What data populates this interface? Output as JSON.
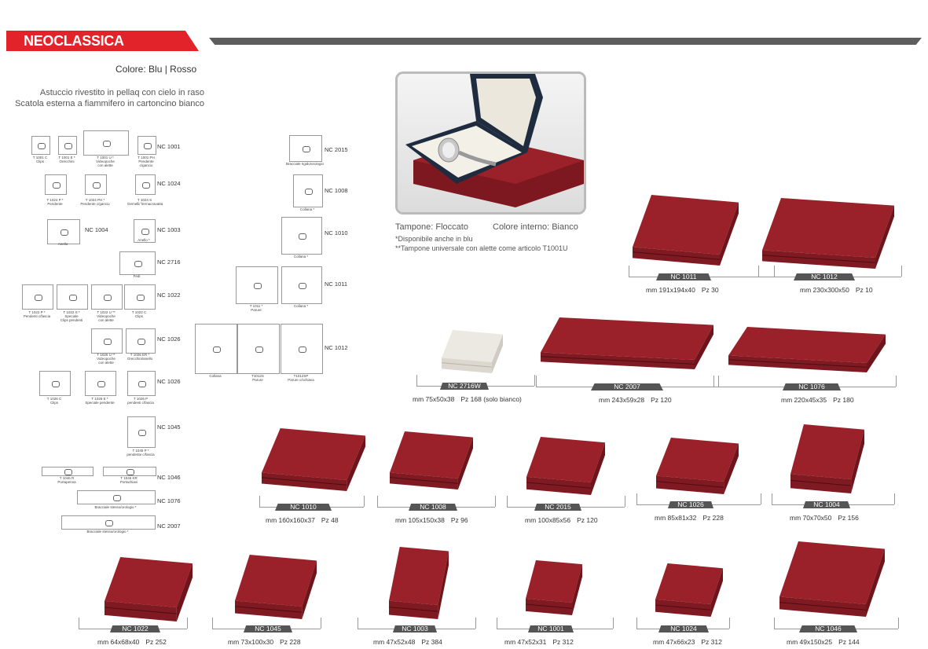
{
  "header": {
    "title": "NEOCLASSICA"
  },
  "colore": "Colore: Blu | Rosso",
  "description": [
    "Astuccio rivestito in pellaq con cielo in raso",
    "Scatola esterna a fiammifero in cartoncino bianco"
  ],
  "diagram_rows": [
    {
      "code": "NC 1001",
      "items": [
        "T 1001 C\nClips",
        "T 1001 E *\nOrecchini",
        "T 1001 U *\nVideopoche\ncon alette",
        "T 1001 PH\nPendente\nc/gancio"
      ]
    },
    {
      "code": "NC 1024",
      "items": [
        "T 1024 P *\nPendente",
        "T 1024 PH *\nPendente c/gancio",
        "T 1024 S\nGemelli/ fermacravatta"
      ]
    },
    {
      "code": "NC 1004",
      "items": [
        "Anello"
      ]
    },
    {
      "code": "NC 1003",
      "items": [
        "Anello *"
      ]
    },
    {
      "code": "NC 2716",
      "items": [
        "Fedi"
      ]
    },
    {
      "code": "NC 1022",
      "items": [
        "T 1022 P *\nPendenti c/fascia",
        "T 1022 S *\nSpeciale\nClips pendenti",
        "T 1022 U **\nVideopoche\ncon alette",
        "T 1022 C\nClips"
      ]
    },
    {
      "code": "NC 1026",
      "items": [
        "T 1026 U **\nVideopoche\ncon alette",
        "T 1026 ER *\nOrecchini/anello"
      ]
    },
    {
      "code": "NC 1026",
      "items": [
        "T 1026 C\nClips",
        "T 1026 E *\nSpeciale pendente",
        "T 1026 P\npendenti c/fascia"
      ]
    },
    {
      "code": "NC 1045",
      "items": [
        "T 1045 P *\npendente c/fascia"
      ]
    },
    {
      "code": "NC 1046",
      "items": [
        "T 1046 R\nPortapenna",
        "T 1046 KR\nPortachiavi"
      ]
    },
    {
      "code": "NC 1076",
      "items": [
        "Bracciale stesso/orologio *"
      ]
    },
    {
      "code": "NC 2007",
      "items": [
        "Bracciale stesso/orologio *"
      ]
    }
  ],
  "diagram_mid": [
    {
      "code": "NC 2015",
      "items": [
        "Bracciale rigido/orologio"
      ]
    },
    {
      "code": "NC 1008",
      "items": [
        "Collana *"
      ]
    },
    {
      "code": "NC 1010",
      "items": [
        "Collana *"
      ]
    },
    {
      "code": "NC 1011",
      "items": [
        "T 1011 *\nParure",
        "Collana *"
      ]
    },
    {
      "code": "NC 1012",
      "items": [
        "Collana",
        "T1012S\nParure",
        "T1012SP\nParure c/schiava"
      ]
    }
  ],
  "photo_info": {
    "tampone": "Tampone: Floccato",
    "colore_interno": "Colore interno: Bianco",
    "note1": "*Disponibile anche in blu",
    "note2": "**Tampone universale con alette come articolo T1001U"
  },
  "products": [
    {
      "code": "NC 1011",
      "dims": "mm 191x194x40",
      "pz": "Pz 30"
    },
    {
      "code": "NC 1012",
      "dims": "mm 230x300x50",
      "pz": "Pz 10"
    },
    {
      "code": "NC 2716W",
      "dims": "mm 75x50x38",
      "pz": "Pz 168 (solo bianco)"
    },
    {
      "code": "NC 2007",
      "dims": "mm 243x59x28",
      "pz": "Pz 120"
    },
    {
      "code": "NC 1076",
      "dims": "mm 220x45x35",
      "pz": "Pz 180"
    },
    {
      "code": "NC 1010",
      "dims": "mm 160x160x37",
      "pz": "Pz 48"
    },
    {
      "code": "NC 1008",
      "dims": "mm 105x150x38",
      "pz": "Pz 96"
    },
    {
      "code": "NC 2015",
      "dims": "mm 100x85x56",
      "pz": "Pz 120"
    },
    {
      "code": "NC 1026",
      "dims": "mm 85x81x32",
      "pz": "Pz 228"
    },
    {
      "code": "NC 1004",
      "dims": "mm 70x70x50",
      "pz": "Pz 156"
    },
    {
      "code": "NC 1022",
      "dims": "mm 64x68x40",
      "pz": "Pz 252"
    },
    {
      "code": "NC 1045",
      "dims": "mm 73x100x30",
      "pz": "Pz 228"
    },
    {
      "code": "NC 1003",
      "dims": "mm 47x52x48",
      "pz": "Pz 384"
    },
    {
      "code": "NC 1001",
      "dims": "mm 47x52x31",
      "pz": "Pz 312"
    },
    {
      "code": "NC 1024",
      "dims": "mm 47x66x23",
      "pz": "Pz 312"
    },
    {
      "code": "NC 1046",
      "dims": "mm 49x150x25",
      "pz": "Pz 144"
    }
  ],
  "colors": {
    "accent_red": "#e2232a",
    "bar_gray": "#5d5d5d",
    "box_red": "#8b1a22",
    "box_white": "#e6e3dc",
    "lid_navy": "#1f2b3f"
  }
}
